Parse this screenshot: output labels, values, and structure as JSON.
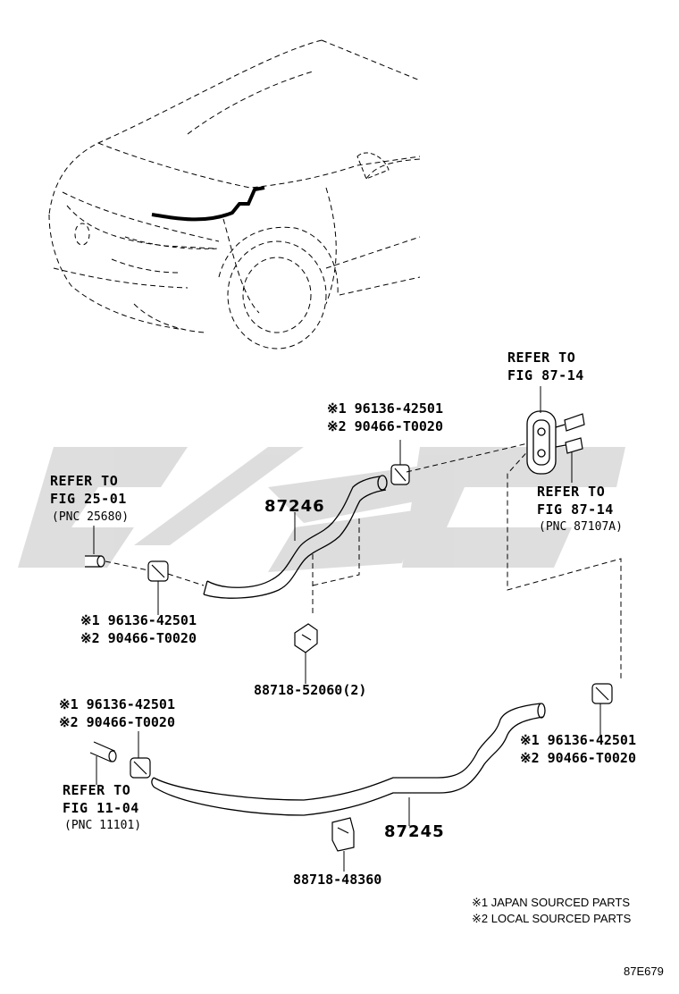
{
  "refs": {
    "fig87_14_top": {
      "line1": "REFER TO",
      "line2": "FIG 87-14"
    },
    "fig25_01": {
      "line1": "REFER TO",
      "line2": "FIG 25-01",
      "pnc": "(PNC 25680)"
    },
    "fig87_14_right": {
      "line1": "REFER TO",
      "line2": "FIG 87-14",
      "pnc": "(PNC 87107A)"
    },
    "fig11_04": {
      "line1": "REFER TO",
      "line2": "FIG 11-04",
      "pnc": "(PNC 11101)"
    }
  },
  "clamps": {
    "top_center": {
      "p1": "※1 96136-42501",
      "p2": "※2 90466-T0020"
    },
    "left_mid": {
      "p1": "※1 96136-42501",
      "p2": "※2 90466-T0020"
    },
    "left_lower": {
      "p1": "※1 96136-42501",
      "p2": "※2 90466-T0020"
    },
    "right_lower": {
      "p1": "※1 96136-42501",
      "p2": "※2 90466-T0020"
    }
  },
  "parts": {
    "hose_upper": "87246",
    "hose_lower": "87245",
    "clip_upper": "88718-52060(2)",
    "clip_lower": "88718-48360"
  },
  "legend": {
    "line1": "※1 JAPAN SOURCED PARTS",
    "line2": "※2 LOCAL SOURCED PARTS"
  },
  "diagram_code": "87E679",
  "watermark_color": "#d8d8d8"
}
